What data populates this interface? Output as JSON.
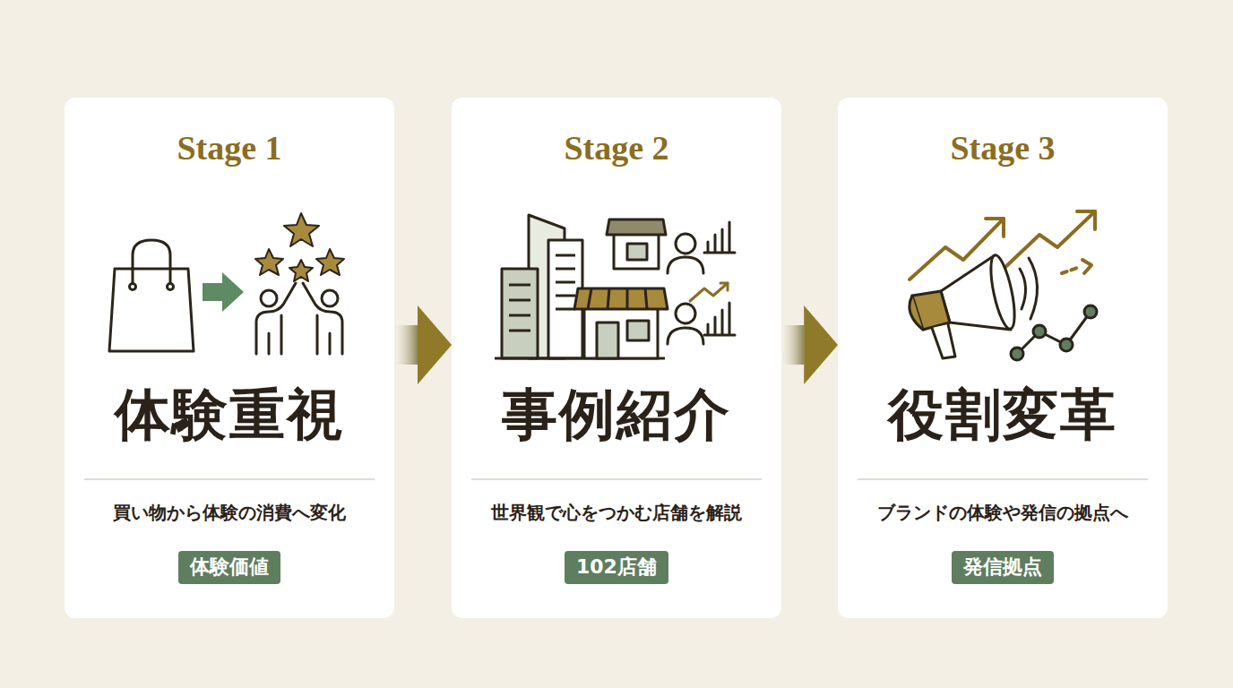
{
  "diagram": {
    "nodes": [
      {
        "text": [
          "Stage 1",
          "体験重視",
          "買い物から体験の消費へ変化"
        ]
      },
      {
        "text": [
          "体験価値"
        ],
        "in": 0
      },
      {
        "text": [
          "Stage 2",
          "事例紹介",
          "世界観で心をつかむ店舗を解説"
        ]
      },
      {
        "text": [
          "102店舗"
        ],
        "in": 2
      },
      {
        "text": [
          "Stage 3",
          "役割変革",
          "ブランドの体験や発信の拠点へ"
        ]
      },
      {
        "text": [
          "発信拠点"
        ],
        "in": 4
      }
    ],
    "edges": [
      {
        "from": 0,
        "to": 2,
        "arrow": "to"
      },
      {
        "from": 2,
        "to": 4,
        "arrow": "to"
      }
    ]
  }
}
